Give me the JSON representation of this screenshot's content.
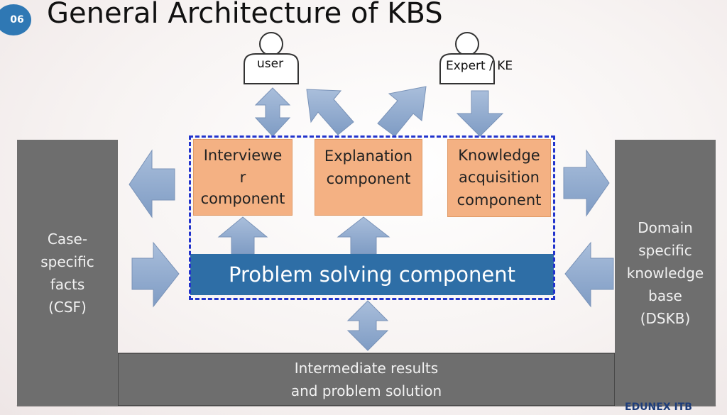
{
  "slide_number": "06",
  "title": "General Architecture of KBS",
  "actors": {
    "user": "user",
    "expert": "Expert / KE"
  },
  "components": {
    "interviewer": "Interviewe\nr\ncomponent",
    "explanation": "Explanation\ncomponent",
    "knowledge_acquisition": "Knowledge\nacquisition\ncomponent",
    "problem_solving": "Problem solving component"
  },
  "stores": {
    "csf": "Case-\nspecific\nfacts\n(CSF)",
    "dskb": "Domain\nspecific\nknowledge\nbase\n(DSKB)",
    "intermediate": "Intermediate results\nand problem solution"
  },
  "footer": {
    "logo": "EDUNEX ITB"
  },
  "colors": {
    "accent_blue": "#2f78b4",
    "component_orange": "#f4b183",
    "arrow_blue": "#8fa9cc",
    "store_grey": "#6e6e6e",
    "psc_blue": "#2e6ea6"
  }
}
